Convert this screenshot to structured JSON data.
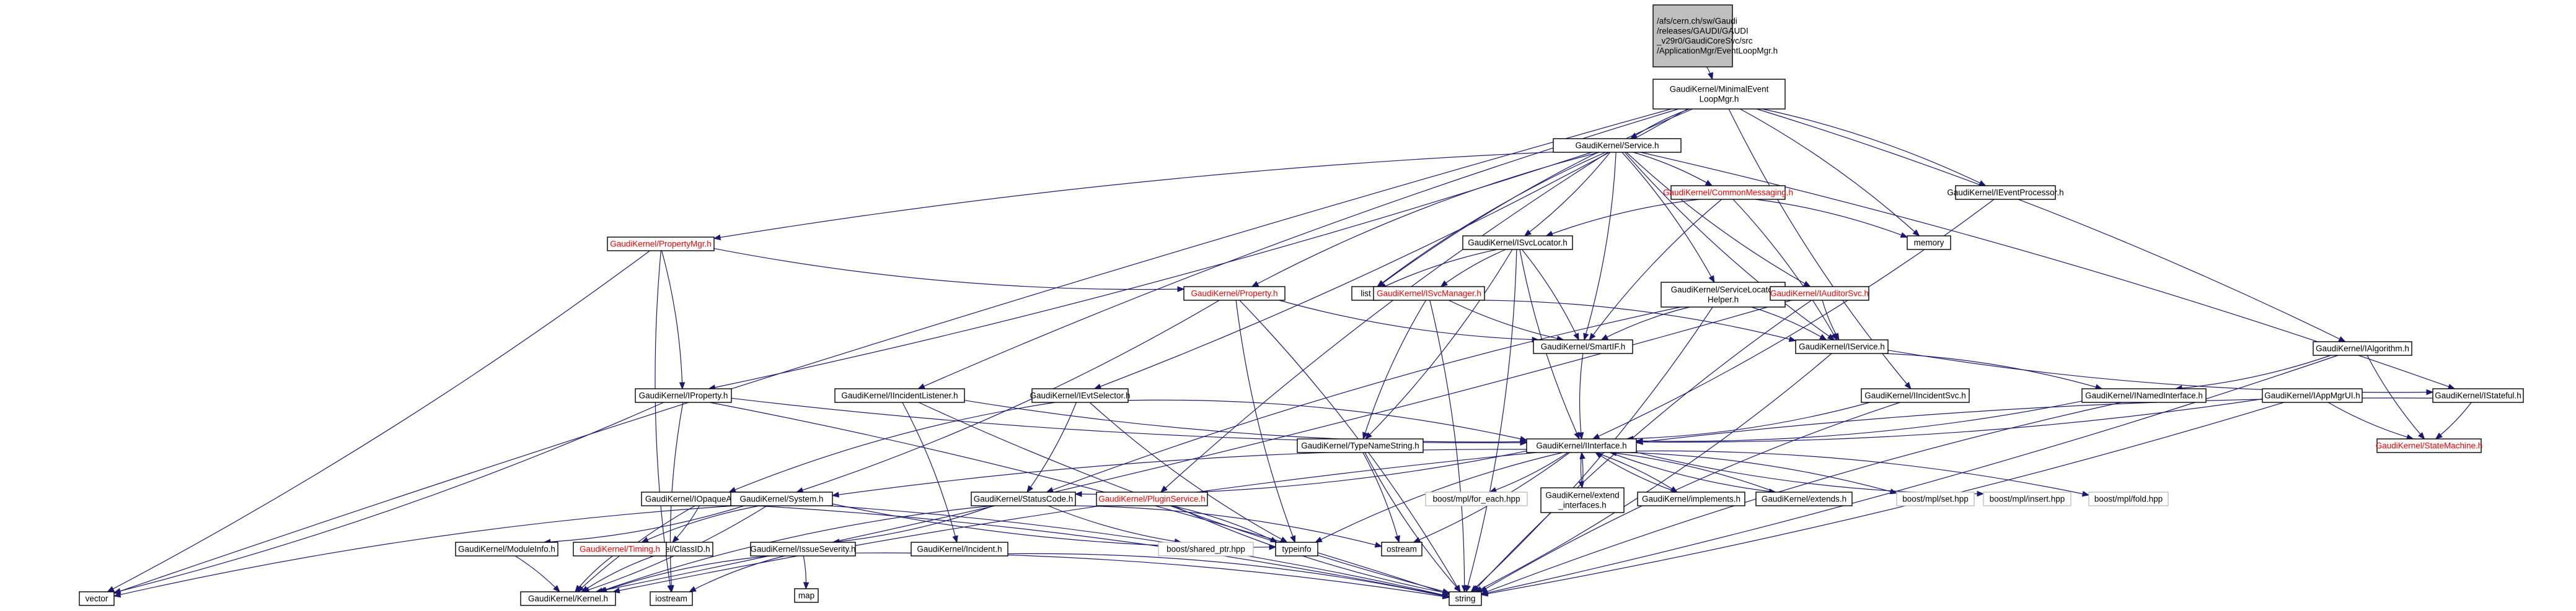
{
  "title": "",
  "nodes": [
    {
      "id": "root",
      "lines": [
        "/afs/cern.ch/sw/Gaudi",
        "/releases/GAUDI/GAUDI",
        "_v29r0/GaudiCoreSvc/src",
        "/ApplicationMgr/EventLoopMgr.h"
      ],
      "style": "root"
    },
    {
      "id": "minimal",
      "lines": [
        "GaudiKernel/MinimalEvent",
        "LoopMgr.h"
      ],
      "style": "normal"
    },
    {
      "id": "service",
      "lines": [
        "GaudiKernel/Service.h"
      ],
      "style": "normal"
    },
    {
      "id": "ieventproc",
      "lines": [
        "GaudiKernel/IEventProcessor.h"
      ],
      "style": "normal"
    },
    {
      "id": "commonmsg",
      "lines": [
        "GaudiKernel/CommonMessaging.h"
      ],
      "style": "red"
    },
    {
      "id": "memory",
      "lines": [
        "memory"
      ],
      "style": "normal"
    },
    {
      "id": "propertymgr",
      "lines": [
        "GaudiKernel/PropertyMgr.h"
      ],
      "style": "red"
    },
    {
      "id": "isvclocator",
      "lines": [
        "GaudiKernel/ISvcLocator.h"
      ],
      "style": "normal"
    },
    {
      "id": "property",
      "lines": [
        "GaudiKernel/Property.h"
      ],
      "style": "red"
    },
    {
      "id": "list",
      "lines": [
        "list"
      ],
      "style": "normal"
    },
    {
      "id": "isvcmanager",
      "lines": [
        "GaudiKernel/ISvcManager.h"
      ],
      "style": "red"
    },
    {
      "id": "svclocatorhelper",
      "lines": [
        "GaudiKernel/ServiceLocator",
        "Helper.h"
      ],
      "style": "normal"
    },
    {
      "id": "iauditorsvc",
      "lines": [
        "GaudiKernel/IAuditorSvc.h"
      ],
      "style": "red"
    },
    {
      "id": "ialgorithm",
      "lines": [
        "GaudiKernel/IAlgorithm.h"
      ],
      "style": "normal"
    },
    {
      "id": "smartif",
      "lines": [
        "GaudiKernel/SmartIF.h"
      ],
      "style": "normal"
    },
    {
      "id": "iservice",
      "lines": [
        "GaudiKernel/IService.h"
      ],
      "style": "normal"
    },
    {
      "id": "iproperty",
      "lines": [
        "GaudiKernel/IProperty.h"
      ],
      "style": "normal"
    },
    {
      "id": "iincidentlistener",
      "lines": [
        "GaudiKernel/IIncidentListener.h"
      ],
      "style": "normal"
    },
    {
      "id": "ievtselector",
      "lines": [
        "GaudiKernel/IEvtSelector.h"
      ],
      "style": "normal"
    },
    {
      "id": "iincidentsvc",
      "lines": [
        "GaudiKernel/IIncidentSvc.h"
      ],
      "style": "normal"
    },
    {
      "id": "inamedinterface",
      "lines": [
        "GaudiKernel/INamedInterface.h"
      ],
      "style": "normal"
    },
    {
      "id": "iappmgrui",
      "lines": [
        "GaudiKernel/IAppMgrUI.h"
      ],
      "style": "normal"
    },
    {
      "id": "istateful",
      "lines": [
        "GaudiKernel/IStateful.h"
      ],
      "style": "normal"
    },
    {
      "id": "typenamestring",
      "lines": [
        "GaudiKernel/TypeNameString.h"
      ],
      "style": "normal"
    },
    {
      "id": "iinterface",
      "lines": [
        "GaudiKernel/IInterface.h"
      ],
      "style": "normal"
    },
    {
      "id": "statemachine",
      "lines": [
        "GaudiKernel/StateMachine.h"
      ],
      "style": "red"
    },
    {
      "id": "iopaqueaddress",
      "lines": [
        "GaudiKernel/IOpaqueAddress.h"
      ],
      "style": "normal"
    },
    {
      "id": "system",
      "lines": [
        "GaudiKernel/System.h"
      ],
      "style": "normal"
    },
    {
      "id": "statuscode",
      "lines": [
        "GaudiKernel/StatusCode.h"
      ],
      "style": "normal"
    },
    {
      "id": "pluginservice",
      "lines": [
        "GaudiKernel/PluginService.h"
      ],
      "style": "red"
    },
    {
      "id": "foreach",
      "lines": [
        "boost/mpl/for_each.hpp"
      ],
      "style": "plain"
    },
    {
      "id": "extendinterfaces",
      "lines": [
        "GaudiKernel/extend",
        "_interfaces.h"
      ],
      "style": "normal"
    },
    {
      "id": "implements",
      "lines": [
        "GaudiKernel/implements.h"
      ],
      "style": "normal"
    },
    {
      "id": "extends",
      "lines": [
        "GaudiKernel/extends.h"
      ],
      "style": "normal"
    },
    {
      "id": "mplset",
      "lines": [
        "boost/mpl/set.hpp"
      ],
      "style": "plain"
    },
    {
      "id": "mplinsert",
      "lines": [
        "boost/mpl/insert.hpp"
      ],
      "style": "plain"
    },
    {
      "id": "mplfold",
      "lines": [
        "boost/mpl/fold.hpp"
      ],
      "style": "plain"
    },
    {
      "id": "iclassid",
      "lines": [
        "GaudiKernel/ClassID.h"
      ],
      "style": "normal"
    },
    {
      "id": "moduleinfo",
      "lines": [
        "GaudiKernel/ModuleInfo.h"
      ],
      "style": "normal"
    },
    {
      "id": "timing",
      "lines": [
        "GaudiKernel/Timing.h"
      ],
      "style": "red"
    },
    {
      "id": "issueseverity",
      "lines": [
        "GaudiKernel/IssueSeverity.h"
      ],
      "style": "normal"
    },
    {
      "id": "sharedptr",
      "lines": [
        "boost/shared_ptr.hpp"
      ],
      "style": "plain"
    },
    {
      "id": "typeinfo",
      "lines": [
        "typeinfo"
      ],
      "style": "normal"
    },
    {
      "id": "ostream",
      "lines": [
        "ostream"
      ],
      "style": "normal"
    },
    {
      "id": "incident",
      "lines": [
        "GaudiKernel/Incident.h"
      ],
      "style": "normal"
    },
    {
      "id": "vector",
      "lines": [
        "vector"
      ],
      "style": "normal"
    },
    {
      "id": "iostream",
      "lines": [
        "iostream"
      ],
      "style": "normal"
    },
    {
      "id": "kernel",
      "lines": [
        "GaudiKernel/Kernel.h"
      ],
      "style": "normal"
    },
    {
      "id": "map",
      "lines": [
        "map"
      ],
      "style": "normal"
    },
    {
      "id": "string",
      "lines": [
        "string"
      ],
      "style": "normal"
    }
  ],
  "edges": [
    [
      "root",
      "minimal"
    ],
    [
      "minimal",
      "service"
    ],
    [
      "minimal",
      "ieventproc"
    ],
    [
      "minimal",
      "iincidentlistener"
    ],
    [
      "minimal",
      "ievtselector"
    ],
    [
      "minimal",
      "iincidentsvc"
    ],
    [
      "minimal",
      "ialgorithm"
    ],
    [
      "minimal",
      "list"
    ],
    [
      "minimal",
      "memory"
    ],
    [
      "minimal",
      "vector"
    ],
    [
      "service",
      "commonmsg"
    ],
    [
      "service",
      "propertymgr"
    ],
    [
      "service",
      "isvclocator"
    ],
    [
      "service",
      "property"
    ],
    [
      "service",
      "svclocatorhelper"
    ],
    [
      "service",
      "iauditorsvc"
    ],
    [
      "service",
      "smartif"
    ],
    [
      "service",
      "iservice"
    ],
    [
      "service",
      "iproperty"
    ],
    [
      "service",
      "pluginservice"
    ],
    [
      "service",
      "istateful"
    ],
    [
      "service",
      "list"
    ],
    [
      "ieventproc",
      "iinterface"
    ],
    [
      "commonmsg",
      "isvclocator"
    ],
    [
      "commonmsg",
      "iservice"
    ],
    [
      "commonmsg",
      "smartif"
    ],
    [
      "commonmsg",
      "memory"
    ],
    [
      "propertymgr",
      "property"
    ],
    [
      "propertymgr",
      "iproperty"
    ],
    [
      "propertymgr",
      "iostream"
    ],
    [
      "propertymgr",
      "vector"
    ],
    [
      "isvclocator",
      "isvcmanager"
    ],
    [
      "isvclocator",
      "smartif"
    ],
    [
      "isvclocator",
      "iinterface"
    ],
    [
      "isvclocator",
      "typenamestring"
    ],
    [
      "isvclocator",
      "list"
    ],
    [
      "isvclocator",
      "string"
    ],
    [
      "property",
      "smartif"
    ],
    [
      "property",
      "system"
    ],
    [
      "property",
      "typeinfo"
    ],
    [
      "property",
      "string"
    ],
    [
      "isvcmanager",
      "smartif"
    ],
    [
      "isvcmanager",
      "iservice"
    ],
    [
      "isvcmanager",
      "typenamestring"
    ],
    [
      "isvcmanager",
      "string"
    ],
    [
      "svclocatorhelper",
      "smartif"
    ],
    [
      "svclocatorhelper",
      "iservice"
    ],
    [
      "svclocatorhelper",
      "statuscode"
    ],
    [
      "svclocatorhelper",
      "string"
    ],
    [
      "iauditorsvc",
      "iservice"
    ],
    [
      "iauditorsvc",
      "kernel"
    ],
    [
      "iauditorsvc",
      "string"
    ],
    [
      "ialgorithm",
      "inamedinterface"
    ],
    [
      "ialgorithm",
      "statemachine"
    ],
    [
      "ialgorithm",
      "string"
    ],
    [
      "smartif",
      "iinterface"
    ],
    [
      "iservice",
      "inamedinterface"
    ],
    [
      "iservice",
      "istateful"
    ],
    [
      "iservice",
      "string"
    ],
    [
      "iproperty",
      "iinterface"
    ],
    [
      "iproperty",
      "vector"
    ],
    [
      "iproperty",
      "iostream"
    ],
    [
      "iproperty",
      "string"
    ],
    [
      "iincidentlistener",
      "iinterface"
    ],
    [
      "iincidentlistener",
      "incident"
    ],
    [
      "iincidentlistener",
      "string"
    ],
    [
      "ievtselector",
      "iinterface"
    ],
    [
      "ievtselector",
      "iopaqueaddress"
    ],
    [
      "ievtselector",
      "statuscode"
    ],
    [
      "ievtselector",
      "typeinfo"
    ],
    [
      "iincidentsvc",
      "iinterface"
    ],
    [
      "iincidentsvc",
      "string"
    ],
    [
      "inamedinterface",
      "iinterface"
    ],
    [
      "inamedinterface",
      "string"
    ],
    [
      "iappmgrui",
      "iinterface"
    ],
    [
      "iappmgrui",
      "statemachine"
    ],
    [
      "iappmgrui",
      "string"
    ],
    [
      "istateful",
      "iinterface"
    ],
    [
      "istateful",
      "statemachine"
    ],
    [
      "typenamestring",
      "string"
    ],
    [
      "typenamestring",
      "ostream"
    ],
    [
      "iinterface",
      "system"
    ],
    [
      "iinterface",
      "statuscode"
    ],
    [
      "iinterface",
      "kernel"
    ],
    [
      "iinterface",
      "foreach"
    ],
    [
      "iinterface",
      "extendinterfaces"
    ],
    [
      "iinterface",
      "implements"
    ],
    [
      "iinterface",
      "extends"
    ],
    [
      "iinterface",
      "mplset"
    ],
    [
      "iinterface",
      "mplinsert"
    ],
    [
      "iinterface",
      "mplfold"
    ],
    [
      "iinterface",
      "typeinfo"
    ],
    [
      "iinterface",
      "ostream"
    ],
    [
      "extendinterfaces",
      "iinterface"
    ],
    [
      "implements",
      "iinterface"
    ],
    [
      "extends",
      "iinterface"
    ],
    [
      "iopaqueaddress",
      "iclassid"
    ],
    [
      "iopaqueaddress",
      "kernel"
    ],
    [
      "iopaqueaddress",
      "string"
    ],
    [
      "iclassid",
      "kernel"
    ],
    [
      "system",
      "moduleinfo"
    ],
    [
      "system",
      "timing"
    ],
    [
      "system",
      "kernel"
    ],
    [
      "system",
      "vector"
    ],
    [
      "system",
      "string"
    ],
    [
      "system",
      "typeinfo"
    ],
    [
      "moduleinfo",
      "kernel"
    ],
    [
      "timing",
      "kernel"
    ],
    [
      "statuscode",
      "issueseverity"
    ],
    [
      "statuscode",
      "sharedptr"
    ],
    [
      "statuscode",
      "ostream"
    ],
    [
      "statuscode",
      "kernel"
    ],
    [
      "issueseverity",
      "map"
    ],
    [
      "issueseverity",
      "kernel"
    ],
    [
      "issueseverity",
      "string"
    ],
    [
      "issueseverity",
      "iostream"
    ],
    [
      "pluginservice",
      "typeinfo"
    ],
    [
      "pluginservice",
      "string"
    ],
    [
      "incident",
      "string"
    ]
  ]
}
